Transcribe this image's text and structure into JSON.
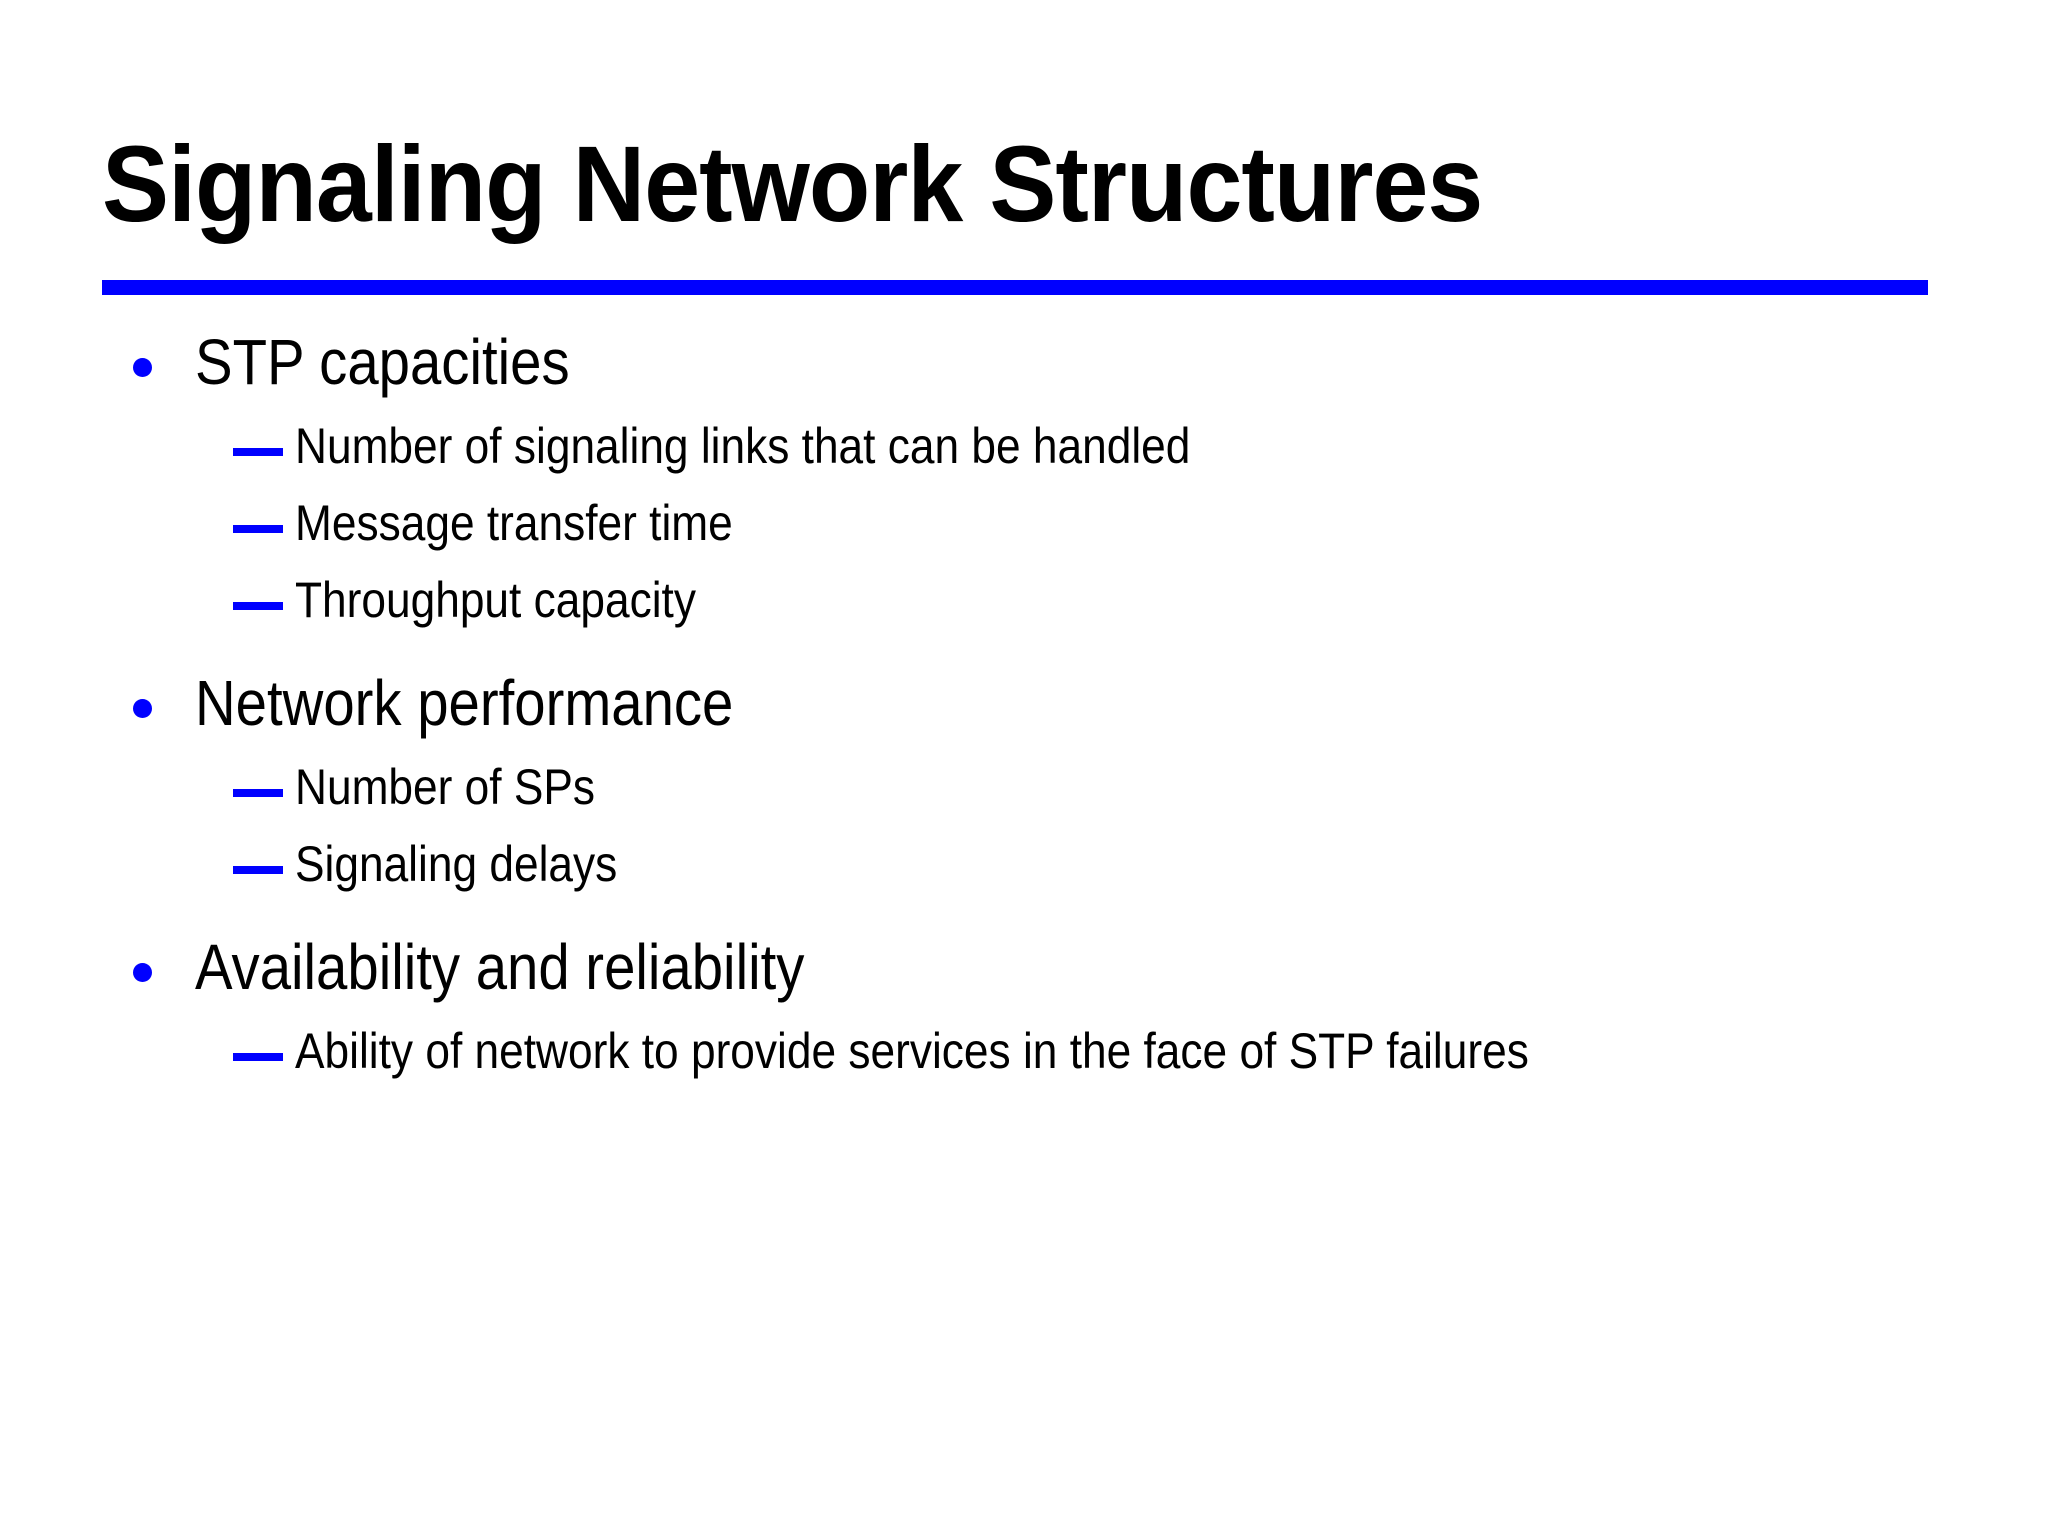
{
  "slide": {
    "title": "Signaling Network Structures",
    "accent_color": "#0000FF",
    "text_color": "#000000",
    "background_color": "#FFFFFF",
    "title_rule": {
      "color": "#0000FF",
      "visible": true
    }
  },
  "outline": [
    {
      "level1": "STP capacities",
      "sub": [
        "Number of signaling links that can be handled",
        "Message transfer time",
        "Throughput capacity"
      ]
    },
    {
      "level1": "Network performance",
      "sub": [
        "Number of SPs",
        "Signaling delays"
      ]
    },
    {
      "level1": "Availability and reliability",
      "sub": [
        "Ability of network to provide services in the face of STP failures"
      ]
    }
  ],
  "markers": {
    "level1_bullet": "round-bullet-dot",
    "level2_bullet": "em-dash-marker"
  }
}
